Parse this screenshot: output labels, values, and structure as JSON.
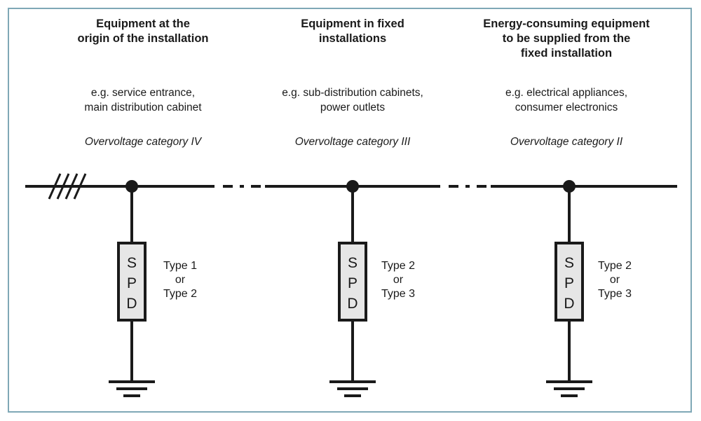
{
  "colors": {
    "border": "#7fa8b6",
    "line": "#1a1a1a",
    "spd_fill": "#e6e6e6"
  },
  "columns": [
    {
      "title_lines": [
        "Equipment at the",
        "origin of the installation"
      ],
      "example_lines": [
        "e.g. service entrance,",
        "main distribution cabinet"
      ],
      "category": "Overvoltage category IV",
      "spd_letters": [
        "S",
        "P",
        "D"
      ],
      "type_lines": [
        "Type 1",
        "or",
        "Type 2"
      ]
    },
    {
      "title_lines": [
        "Equipment in fixed",
        "installations"
      ],
      "example_lines": [
        "e.g. sub-distribution cabinets,",
        "power outlets"
      ],
      "category": "Overvoltage category III",
      "spd_letters": [
        "S",
        "P",
        "D"
      ],
      "type_lines": [
        "Type 2",
        "or",
        "Type 3"
      ]
    },
    {
      "title_lines": [
        "Energy-consuming equipment",
        "to be supplied from the",
        "fixed installation"
      ],
      "example_lines": [
        "e.g. electrical appliances,",
        "consumer electronics"
      ],
      "category": "Overvoltage category II",
      "spd_letters": [
        "S",
        "P",
        "D"
      ],
      "type_lines": [
        "Type 2",
        "or",
        "Type 3"
      ]
    }
  ]
}
